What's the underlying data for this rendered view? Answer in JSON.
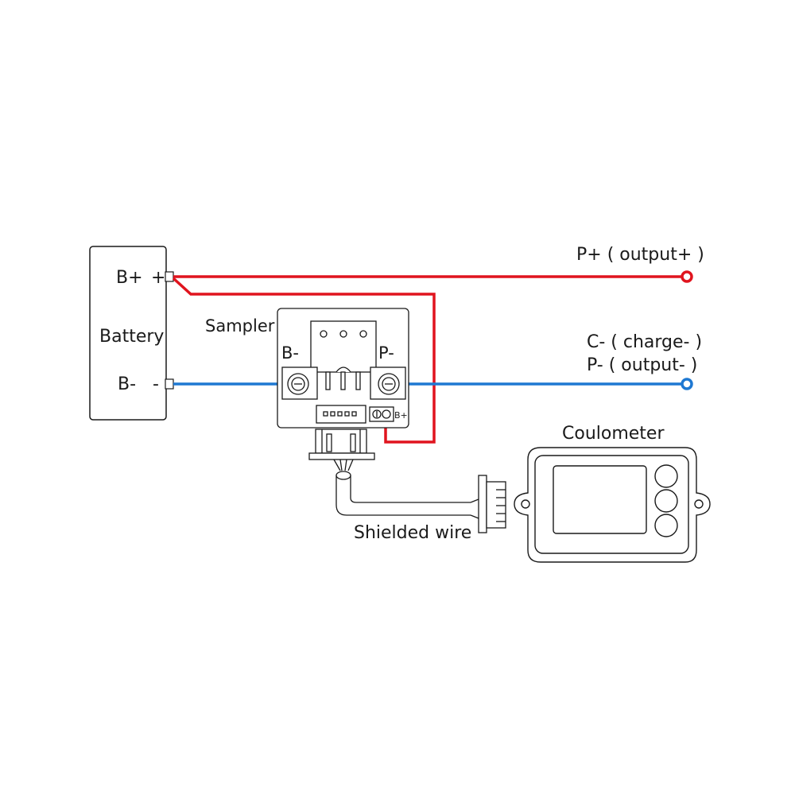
{
  "battery": {
    "name": "Battery",
    "pos_label": "B+",
    "pos_sign": "+",
    "neg_label": "B-",
    "neg_sign": "-"
  },
  "sampler": {
    "name": "Sampler",
    "left_terminal": "B-",
    "right_terminal": "P-",
    "bplus_label": "B+"
  },
  "outputs": {
    "positive": "P+ ( output+ )",
    "negative_line1": "C- ( charge- )",
    "negative_line2": "P- ( output- )"
  },
  "coulometer": {
    "name": "Coulometer"
  },
  "cable": {
    "name": "Shielded wire"
  },
  "colors": {
    "positive_wire": "#e0141e",
    "negative_wire": "#1e78d2",
    "outline": "#1a1a1a"
  }
}
